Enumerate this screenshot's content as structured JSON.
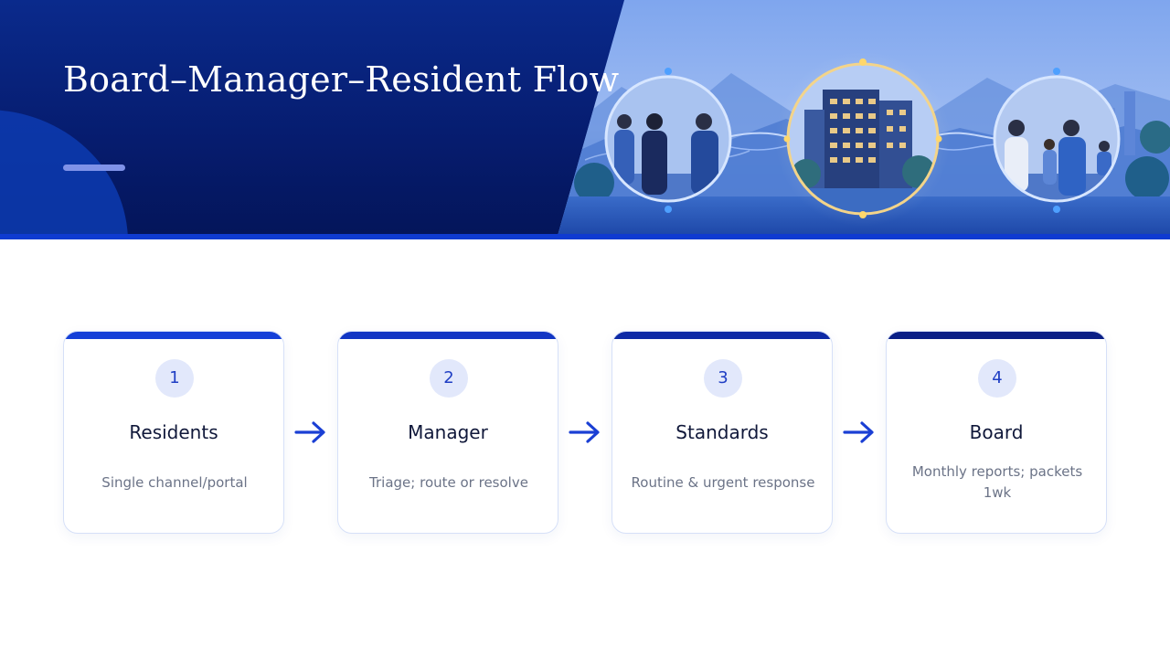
{
  "slide": {
    "title": "Board–Manager–Resident Flow"
  },
  "colors": {
    "header_dark": "#061c6e",
    "accent_blue": "#0f3bd1",
    "arrow_blue": "#1a3fd4",
    "number_circle_bg": "#e2e8fb"
  },
  "hero_image": {
    "icon": "community-building-illustration",
    "groups": [
      "board-members",
      "apartment-building",
      "residents-family"
    ]
  },
  "steps": [
    {
      "number": "1",
      "title": "Residents",
      "description": "Single channel/portal",
      "top_color": "#1540d8"
    },
    {
      "number": "2",
      "title": "Manager",
      "description": "Triage; route or resolve",
      "top_color": "#1236c4"
    },
    {
      "number": "3",
      "title": "Standards",
      "description": "Routine & urgent response",
      "top_color": "#0e2aa6"
    },
    {
      "number": "4",
      "title": "Board",
      "description": "Monthly reports; packets 1wk",
      "top_color": "#0a1f86"
    }
  ]
}
